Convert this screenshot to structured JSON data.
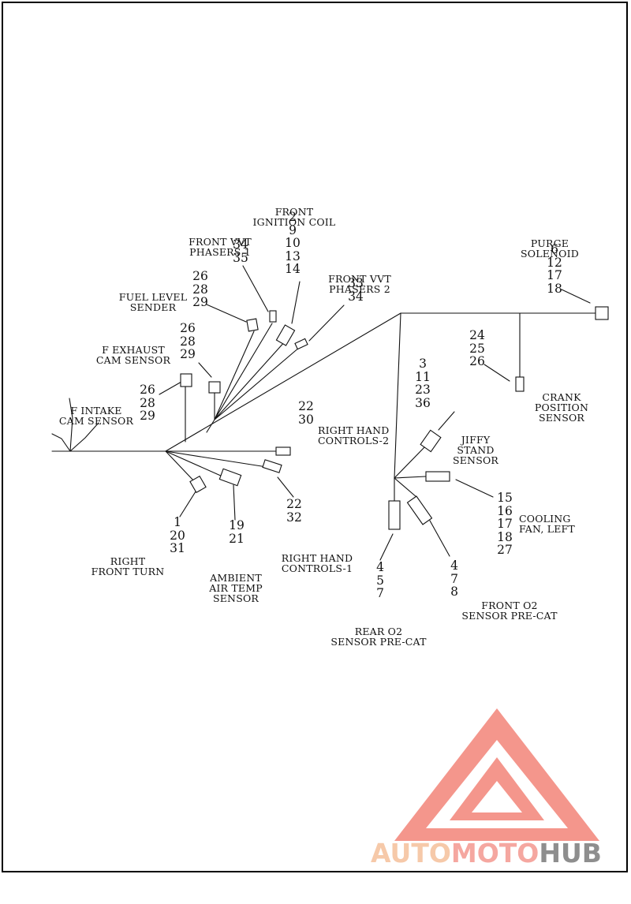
{
  "colors": {
    "line": "#111111",
    "logo_red": "#f4968c",
    "logo_orange": "#f6c9a9",
    "logo_pink": "#f5a7a0",
    "logo_gray": "#8e8e8e"
  },
  "components": {
    "front_ignition_coil": {
      "name": [
        "FRONT",
        "IGNITION COIL"
      ],
      "pins": [
        "2",
        "9",
        "10",
        "13",
        "14"
      ]
    },
    "front_vvt_phasers_1": {
      "name": [
        "FRONT VVT",
        "PHASERS 1"
      ],
      "pins": [
        "34",
        "35"
      ]
    },
    "front_vvt_phasers_2": {
      "name": [
        "FRONT VVT",
        "PHASERS 2"
      ],
      "pins": [
        "33",
        "34"
      ]
    },
    "fuel_level_sender": {
      "name": [
        "FUEL LEVEL",
        "SENDER"
      ],
      "pins": [
        "26",
        "28",
        "29"
      ]
    },
    "f_exhaust_cam_sensor": {
      "name": [
        "F EXHAUST",
        "CAM SENSOR"
      ],
      "pins": [
        "26",
        "28",
        "29"
      ]
    },
    "f_intake_cam_sensor": {
      "name": [
        "F INTAKE",
        "CAM SENSOR"
      ],
      "pins": [
        "26",
        "28",
        "29"
      ]
    },
    "purge_solenoid": {
      "name": [
        "PURGE",
        "SOLENOID"
      ],
      "pins": [
        "6",
        "12",
        "17",
        "18"
      ]
    },
    "crank_position_sensor": {
      "name": [
        "CRANK",
        "POSITION",
        "SENSOR"
      ],
      "pins": [
        "24",
        "25",
        "26"
      ]
    },
    "jiffy_stand_sensor": {
      "name": [
        "JIFFY",
        "STAND",
        "SENSOR"
      ],
      "pins": [
        "3",
        "11",
        "23",
        "36"
      ]
    },
    "right_hand_controls_2": {
      "name": [
        "RIGHT HAND",
        "CONTROLS-2"
      ],
      "pins": [
        "22",
        "30"
      ]
    },
    "right_hand_controls_1": {
      "name": [
        "RIGHT HAND",
        "CONTROLS-1"
      ],
      "pins": [
        "22",
        "32"
      ]
    },
    "cooling_fan_left": {
      "name": [
        "COOLING",
        "FAN, LEFT"
      ],
      "pins": [
        "15",
        "16",
        "17",
        "18",
        "27"
      ]
    },
    "right_front_turn": {
      "name": [
        "RIGHT",
        "FRONT TURN"
      ],
      "pins": [
        "1",
        "20",
        "31"
      ]
    },
    "ambient_air_temp_sensor": {
      "name": [
        "AMBIENT",
        "AIR TEMP",
        "SENSOR"
      ],
      "pins": [
        "19",
        "21"
      ]
    },
    "rear_o2_sensor_pre_cat": {
      "name": [
        "REAR O2",
        "SENSOR PRE-CAT"
      ],
      "pins": [
        "4",
        "5",
        "7"
      ]
    },
    "front_o2_sensor_pre_cat": {
      "name": [
        "FRONT O2",
        "SENSOR PRE-CAT"
      ],
      "pins": [
        "4",
        "7",
        "8"
      ]
    }
  },
  "watermark": {
    "part1": "AUTO",
    "part2": "MOTO",
    "part3": "HUB"
  }
}
